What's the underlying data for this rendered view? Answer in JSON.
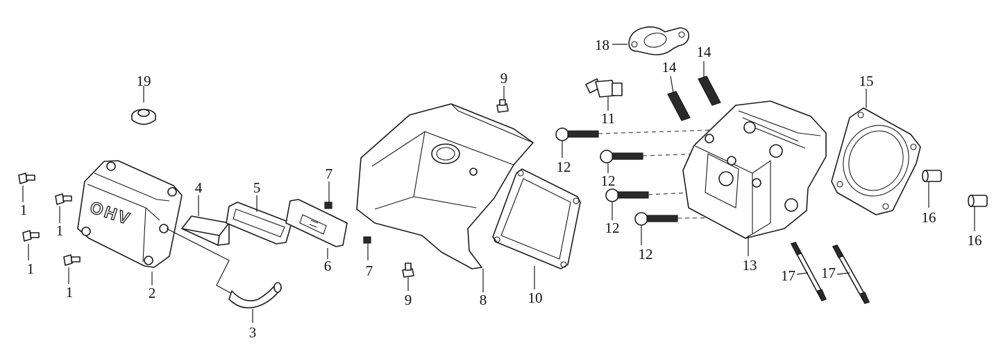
{
  "cover_mark": "OHV",
  "callouts": {
    "c1": "1",
    "c2": "2",
    "c3": "3",
    "c4": "4",
    "c5": "5",
    "c6": "6",
    "c7": "7",
    "c8": "8",
    "c9": "9",
    "c10": "10",
    "c11": "11",
    "c12": "12",
    "c13": "13",
    "c14": "14",
    "c15": "15",
    "c16": "16",
    "c17": "17",
    "c18": "18",
    "c19": "19"
  }
}
